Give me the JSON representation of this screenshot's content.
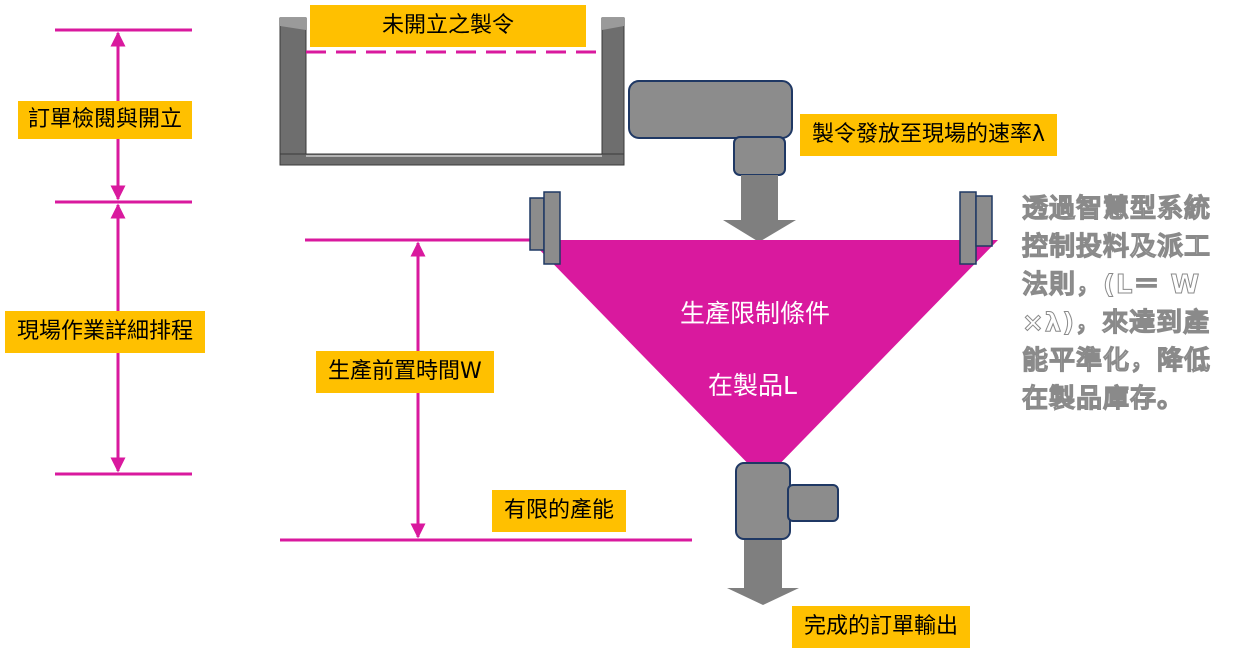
{
  "labels": {
    "unreleased_orders": "未開立之製令",
    "order_review": "訂單檢閱與開立",
    "release_rate": "製令發放至現場的速率λ",
    "shop_floor_scheduling": "現場作業詳細排程",
    "lead_time": "生產前置時間W",
    "finite_capacity": "有限的產能",
    "completed_output": "完成的訂單輸出"
  },
  "funnel": {
    "title": "生產限制條件",
    "wip": "在製品L"
  },
  "side_note": "透過智慧型系統控制投料及派工法則，(L＝ W ×λ)，來達到產能平準化，降低在製品庫存。",
  "colors": {
    "accent_magenta": "#D9199E",
    "label_fill": "#FFC000",
    "machine_gray": "#8C8C8C",
    "arrow_gray": "#7F7F7F"
  }
}
